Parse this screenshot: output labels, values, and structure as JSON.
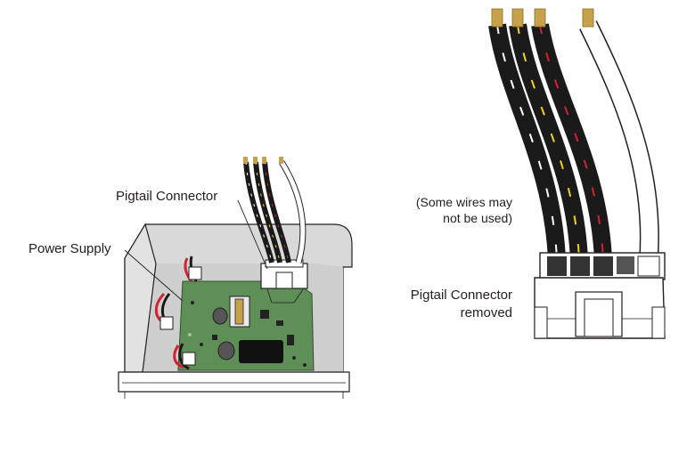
{
  "labels": {
    "pigtail_connector": "Pigtail Connector",
    "power_supply": "Power Supply",
    "note_line1": "(Some wires may",
    "note_line2": "not be used)",
    "removed_line1": "Pigtail Connector",
    "removed_line2": "removed"
  },
  "colors": {
    "board_green": "#5e8f57",
    "enclosure_fill": "#d9d9d9",
    "wire_black": "#1a1a1a",
    "wire_red_stripe": "#d4202f",
    "wire_yellow_stripe": "#f2d21a",
    "wire_white": "#ffffff",
    "copper_tip": "#c8a24a",
    "connector_fill": "#ffffff"
  },
  "icons": {
    "wire_bundle": "wire-bundle-icon",
    "pigtail_connector": "pigtail-connector-icon",
    "circuit_board": "circuit-board-icon"
  }
}
